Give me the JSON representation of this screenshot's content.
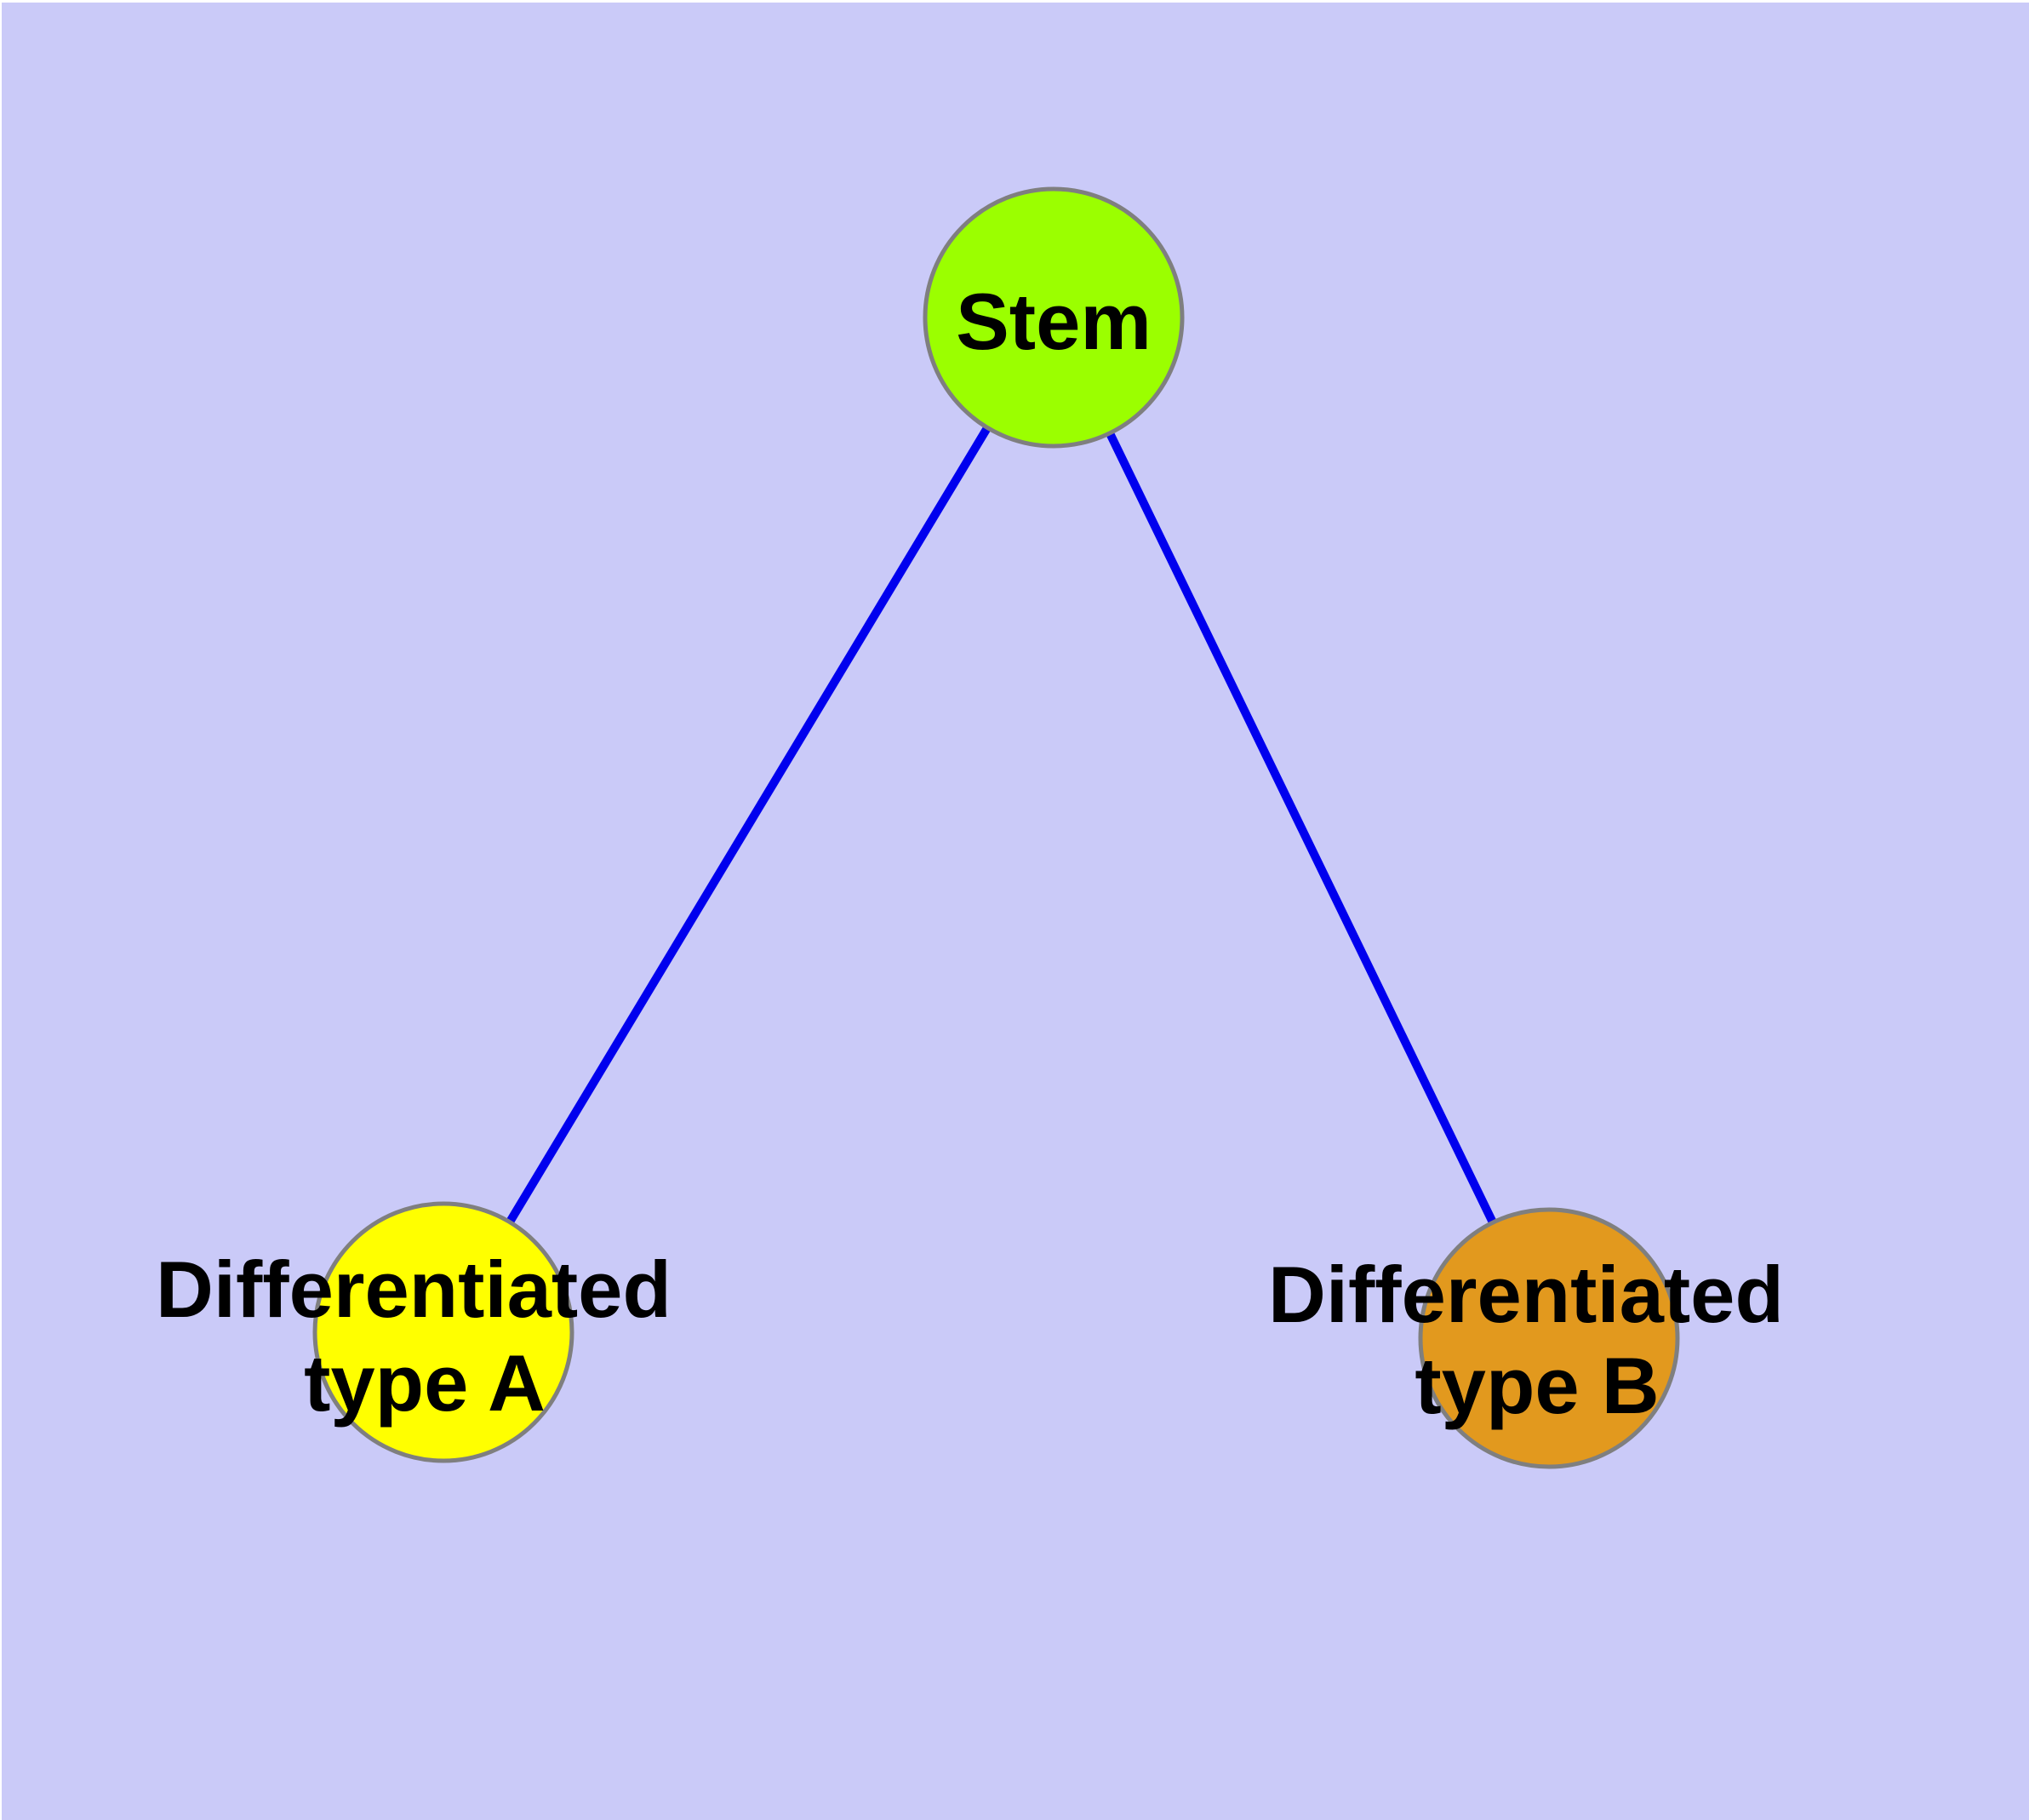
{
  "diagram": {
    "background_color": "#CACAF8",
    "page_margin_color": "#FFFFFF",
    "edge_color": "#0000EE",
    "node_border_color": "#7F7F7F",
    "nodes": {
      "stem": {
        "label": "Stem",
        "fill_color": "#9BFF00"
      },
      "type_a": {
        "label_line1": "Differentiated",
        "label_line2": "type A",
        "fill_color": "#FFFF00"
      },
      "type_b": {
        "label_line1": "Differentiated",
        "label_line2": "type B",
        "fill_color": "#E2991E"
      }
    },
    "edges": [
      {
        "from": "Stem",
        "to": "Differentiated type A"
      },
      {
        "from": "Stem",
        "to": "Differentiated type B"
      }
    ]
  }
}
